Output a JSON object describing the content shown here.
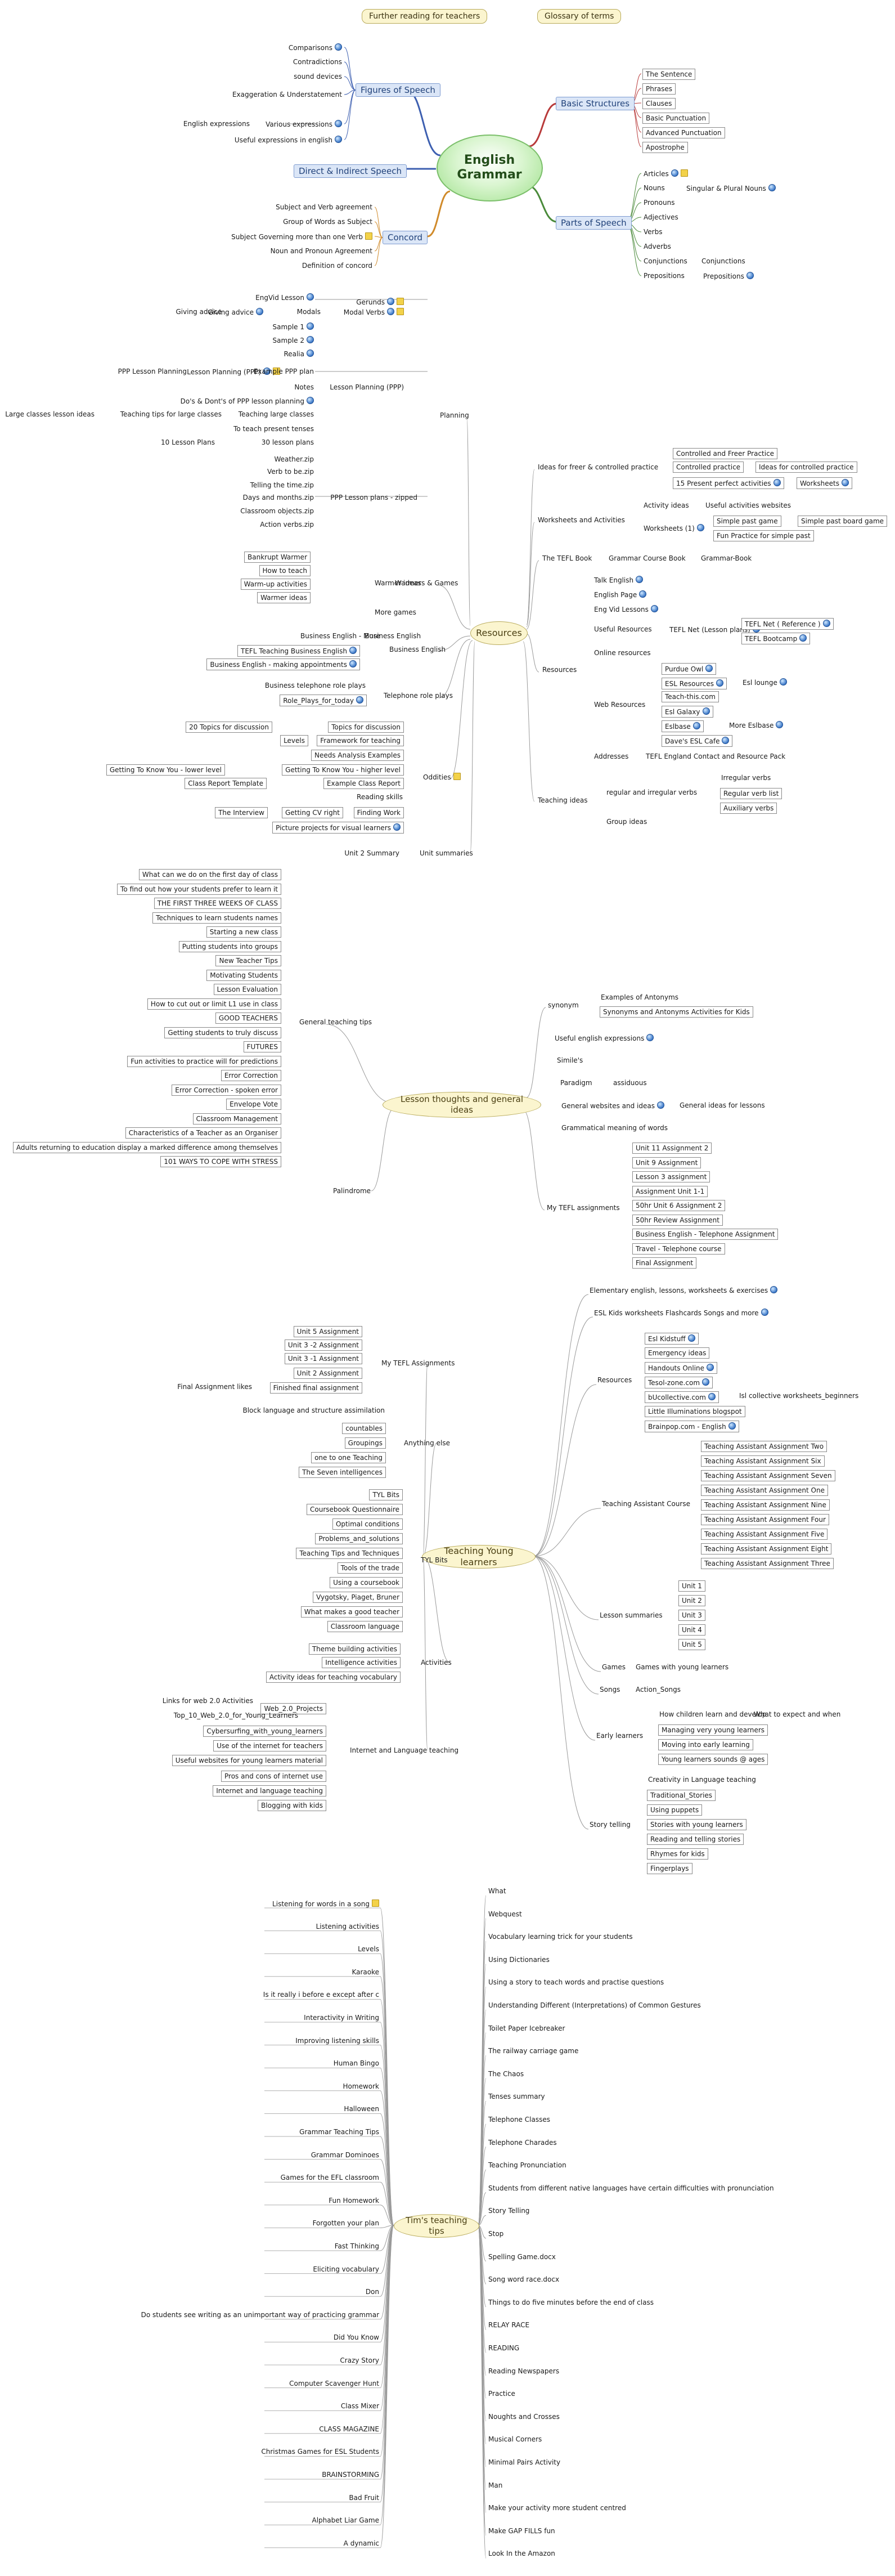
{
  "headers": {
    "further_reading": "Further reading for teachers",
    "glossary": "Glossary of terms"
  },
  "english_grammar": {
    "center": "English Grammar",
    "figures_of_speech": {
      "label": "Figures of Speech",
      "items": [
        "Comparisons",
        "Contradictions",
        "sound devices",
        "Exaggeration & Understatement",
        "Various expressions",
        "English expressions",
        "Useful expressions in english"
      ]
    },
    "direct_indirect": "Direct & Indirect Speech",
    "concord": {
      "label": "Concord",
      "items": [
        "Subject and Verb agreement",
        "Group of Words as Subject",
        "Subject Governing more than one Verb",
        "Noun and Pronoun Agreement",
        "Definition of concord"
      ]
    },
    "basic_structures": {
      "label": "Basic Structures",
      "items": [
        "The Sentence",
        "Phrases",
        "Clauses",
        "Basic Punctuation",
        "Advanced Punctuation",
        "Apostrophe"
      ]
    },
    "parts_of_speech": {
      "label": "Parts of Speech",
      "items": [
        "Articles",
        "Nouns",
        "Singular & Plural Nouns",
        "Pronouns",
        "Adjectives",
        "Verbs",
        "Adverbs",
        "Conjunctions",
        "Conjunctions",
        "Prepositions",
        "Prepositions"
      ]
    }
  },
  "resources_map": {
    "center": "Resources",
    "planning": {
      "label": "Planning",
      "items": [
        "EngVid Lesson",
        "Gerunds",
        "Giving advice",
        "Giving advice",
        "Modals",
        "Modal Verbs",
        "Sample 1",
        "Sample 2",
        "Realia",
        "PPP Lesson Planning",
        "Lesson Planning (PPP)",
        "Example PPP plan",
        "Notes",
        "Lesson Planning (PPP)",
        "Do's & Dont's of PPP lesson planning",
        "Large classes lesson ideas",
        "Teaching tips for large classes",
        "Teaching large classes",
        "To teach present tenses",
        "10 Lesson Plans",
        "30 lesson plans",
        "Weather.zip",
        "Verb to be.zip",
        "Telling the time.zip",
        "Days and months.zip",
        "PPP Lesson plans - zipped",
        "Classroom objects.zip",
        "Action verbs.zip"
      ]
    },
    "warmers": {
      "label": "Warmers & Games",
      "items": [
        "Bankrupt Warmer",
        "How to teach",
        "Warm-up activities",
        "Warmer ideas",
        "Warmer ideas",
        "More games"
      ]
    },
    "business": {
      "label": "Business English",
      "items": [
        "Business English - More",
        "Business English",
        "TEFL Teaching Business English",
        "Business English - making appointments"
      ]
    },
    "telephone": {
      "label": "Telephone role plays",
      "items": [
        "Business telephone role plays",
        "Role_Plays_for_today"
      ]
    },
    "oddities": {
      "label": "Oddities",
      "items": [
        "20 Topics for discussion",
        "Topics for discussion",
        "Levels",
        "Framework for teaching",
        "Needs Analysis Examples",
        "Getting To Know You - lower level",
        "Getting To Know You - higher level",
        "Class Report Template",
        "Example Class Report",
        "Reading skills",
        "The Interview",
        "Getting CV right",
        "Finding Work",
        "Picture projects for visual learners"
      ]
    },
    "unit_summaries": {
      "label": "Unit summaries",
      "items": [
        "Unit 2 Summary"
      ]
    },
    "free_practice": {
      "label": "Ideas for freer & controlled practice",
      "items": [
        "Controlled and Freer Practice",
        "Controlled practice",
        "Ideas for controlled practice",
        "15 Present perfect activities",
        "Worksheets"
      ]
    },
    "worksheets": {
      "label": "Worksheets and Activities",
      "items": [
        "Activity ideas",
        "Useful activities websites",
        "Worksheets (1)",
        "Simple past game",
        "Simple past board game",
        "Fun Practice for simple past"
      ]
    },
    "tefl_book": {
      "label": "The TEFL Book",
      "items": [
        "Grammar Course Book",
        "Grammar-Book"
      ]
    },
    "resources_sub": {
      "label": "Resources",
      "items": [
        "Talk English",
        "English Page",
        "Eng Vid Lessons",
        "Useful Resources",
        "TEFL Net (Lesson plans)",
        "TEFL Net ( Reference )",
        "TEFL Bootcamp",
        "Online resources",
        "Web Resources",
        "Purdue Owl",
        "ESL Resources",
        "Esl lounge",
        "Teach-this.com",
        "Esl Galaxy",
        "Eslbase",
        "More Eslbase",
        "Dave's ESL Cafe",
        "Addresses",
        "TEFL England Contact and Resource Pack"
      ]
    },
    "teaching_ideas": {
      "label": "Teaching ideas",
      "items": [
        "regular and irregular verbs",
        "Irregular verbs",
        "Regular verb list",
        "Auxiliary verbs",
        "Group ideas"
      ]
    }
  },
  "lesson_thoughts": {
    "center": "Lesson thoughts and general ideas",
    "general_teaching_tips": {
      "label": "General teaching tips",
      "items": [
        "What can we do on the first day of class",
        "To find out how your students prefer to learn it",
        "THE FIRST THREE WEEKS OF CLASS",
        "Techniques to learn students names",
        "Starting a new class",
        "Putting students into groups",
        "New Teacher Tips",
        "Motivating Students",
        "Lesson Evaluation",
        "How to cut out or limit L1 use in class",
        "GOOD TEACHERS",
        "Getting students to truly discuss",
        "FUTURES",
        "Fun activities to practice will for predictions",
        "Error Correction",
        "Error Correction - spoken error",
        "Envelope Vote",
        "Classroom Management",
        "Characteristics of a Teacher as an Organiser",
        "Adults returning to education display a marked difference among themselves",
        "101 WAYS TO COPE WITH STRESS"
      ]
    },
    "palindrome": "Palindrome",
    "synonym": {
      "label": "synonym",
      "items": [
        "Examples of Antonyms",
        "Synonyms and Antonyms Activities for Kids"
      ]
    },
    "useful_english": "Useful english expressions",
    "similes": "Simile's",
    "paradigm": {
      "label": "Paradigm",
      "items": [
        "assiduous"
      ]
    },
    "general_websites": {
      "label": "General websites and ideas",
      "items": [
        "General ideas for lessons"
      ]
    },
    "grammatical": "Grammatical meaning of words",
    "my_tefl": {
      "label": "My TEFL assignments",
      "items": [
        "Unit 11 Assignment 2",
        "Unit 9 Assignment",
        "Lesson 3 assignment",
        "Assignment Unit 1-1",
        "50hr Unit 6 Assignment 2",
        "50hr Review Assignment",
        "Business English - Telephone Assignment",
        "Travel - Telephone course",
        "Final Assignment"
      ]
    }
  },
  "young_learners": {
    "center": "Teaching Young learners",
    "elementary": "Elementary english, lessons, worksheets & exercises",
    "esl_kids": "ESL Kids worksheets Flashcards Songs and more",
    "resources": {
      "label": "Resources",
      "items": [
        "Esl Kidstuff",
        "Emergency ideas",
        "Handouts Online",
        "Tesol-zone.com",
        "bUcollective.com",
        "Isl collective worksheets_beginners",
        "Little Illuminations blogspot",
        "Brainpop.com - English"
      ]
    },
    "assistant_course": {
      "label": "Teaching Assistant Course",
      "items": [
        "Teaching Assistant Assignment Two",
        "Teaching Assistant Assignment Six",
        "Teaching Assistant Assignment Seven",
        "Teaching Assistant Assignment One",
        "Teaching Assistant Assignment Nine",
        "Teaching Assistant Assignment Four",
        "Teaching Assistant Assignment Five",
        "Teaching Assistant Assignment Eight",
        "Teaching Assistant Assignment Three"
      ]
    },
    "lesson_summaries": {
      "label": "Lesson summaries",
      "items": [
        "Unit 1",
        "Unit 2",
        "Unit 3",
        "Unit 4",
        "Unit 5"
      ]
    },
    "games": {
      "label": "Games",
      "items": [
        "Games with young learners"
      ]
    },
    "songs": {
      "label": "Songs",
      "items": [
        "Action_Songs"
      ]
    },
    "early": {
      "label": "Early learners",
      "items": [
        "How children learn and develop",
        "What to expect and when",
        "Managing very young learners",
        "Moving into early learning",
        "Young learners sounds @ ages"
      ]
    },
    "story": {
      "label": "Story telling",
      "items": [
        "Creativity in Language teaching",
        "Traditional_Stories",
        "Using puppets",
        "Stories with young learners",
        "Reading and telling stories",
        "Rhymes for kids",
        "Fingerplays"
      ]
    },
    "my_tefl": {
      "label": "My TEFL Assignments",
      "items": [
        "Unit 5  Assignment",
        "Unit 3 -2 Assignment",
        "Unit 3 -1 Assignment",
        "Unit 2 Assignment",
        "Final Assignment likes",
        "Finished final assignment"
      ]
    },
    "anything_else": {
      "label": "Anything else",
      "items": [
        "Block language and structure assimilation",
        "countables",
        "Groupings",
        "one to one Teaching",
        "The Seven intelligences"
      ]
    },
    "tyl_bits": {
      "label": "TYL Bits",
      "items": [
        "TYL Bits",
        "Coursebook Questionnaire",
        "Optimal conditions",
        "Problems_and_solutions",
        "Teaching Tips and Techniques",
        "Tools of the trade",
        "Using a coursebook",
        "Vygotsky, Piaget, Bruner",
        "What makes a good teacher",
        "Classroom language"
      ]
    },
    "activities": {
      "label": "Activities",
      "items": [
        "Theme building activities",
        "Intelligence activities",
        "Activity ideas for teaching vocabulary"
      ]
    },
    "internet": {
      "label": "Internet and Language teaching",
      "items": [
        "Links for web 2.0 Activities",
        "Web_2.0_Projects",
        "Top_10_Web_2.0_for_Young_Learners",
        "Cybersurfing_with_young_learners",
        "Use of the internet for teachers",
        "Useful websites for young learners material",
        "Pros and cons of internet use",
        "Internet and language teaching",
        "Blogging with kids"
      ]
    }
  },
  "tims_tips": {
    "center": "Tim's teaching tips",
    "left_items": [
      "Listening for words in a song",
      "Listening activities",
      "Levels",
      "Karaoke",
      "Is it really i before e except after c",
      "Interactivity in Writing",
      "Improving listening skills",
      "Human Bingo",
      "Homework",
      "Halloween",
      "Grammar Teaching Tips",
      "Grammar Dominoes",
      "Games for the EFL classroom",
      "Fun Homework",
      "Forgotten your plan",
      "Fast Thinking",
      "Eliciting vocabulary",
      "Don",
      "Do students see writing as an unimportant way of practicing grammar",
      "Did You Know",
      "Crazy Story",
      "Computer Scavenger Hunt",
      "Class Mixer",
      "CLASS MAGAZINE",
      "Christmas Games for ESL Students",
      "BRAINSTORMING",
      "Bad Fruit",
      "Alphabet Liar Game",
      "A dynamic"
    ],
    "right_items": [
      "What",
      "Webquest",
      "Vocabulary  learning  trick for your students",
      "Using Dictionaries",
      "Using a story to teach words and practise questions",
      "Understanding Different (Interpretations) of Common Gestures",
      "Toilet Paper Icebreaker",
      "The railway carriage game",
      "The Chaos",
      "Tenses summary",
      "Telephone Classes",
      "Telephone Charades",
      "Teaching Pronunciation",
      "Students from different native languages have certain difficulties with pronunciation",
      "Story Telling",
      "Stop",
      "Spelling Game.docx",
      "Song word race.docx",
      "Things to do five minutes before the end of class",
      "RELAY RACE",
      "READING",
      "Reading Newspapers",
      "Practice",
      "Noughts and Crosses",
      "Musical Corners",
      "Minimal Pairs Activity",
      "Man",
      "Make your activity more student centred",
      "Make GAP FILLS fun",
      "Look In the Amazon"
    ]
  },
  "colors": {
    "grammar_hub": "#9ee08b",
    "cream_hub": "#fbf5cf",
    "topic_fill": "#dbe6f7",
    "connector": "#9a9a9a",
    "branch_blue": "#3d5fb0",
    "branch_red": "#b83a3a",
    "branch_orange": "#d08a2a",
    "branch_green": "#4a8a3a"
  },
  "icons": [
    "globe-icon",
    "note-icon"
  ]
}
